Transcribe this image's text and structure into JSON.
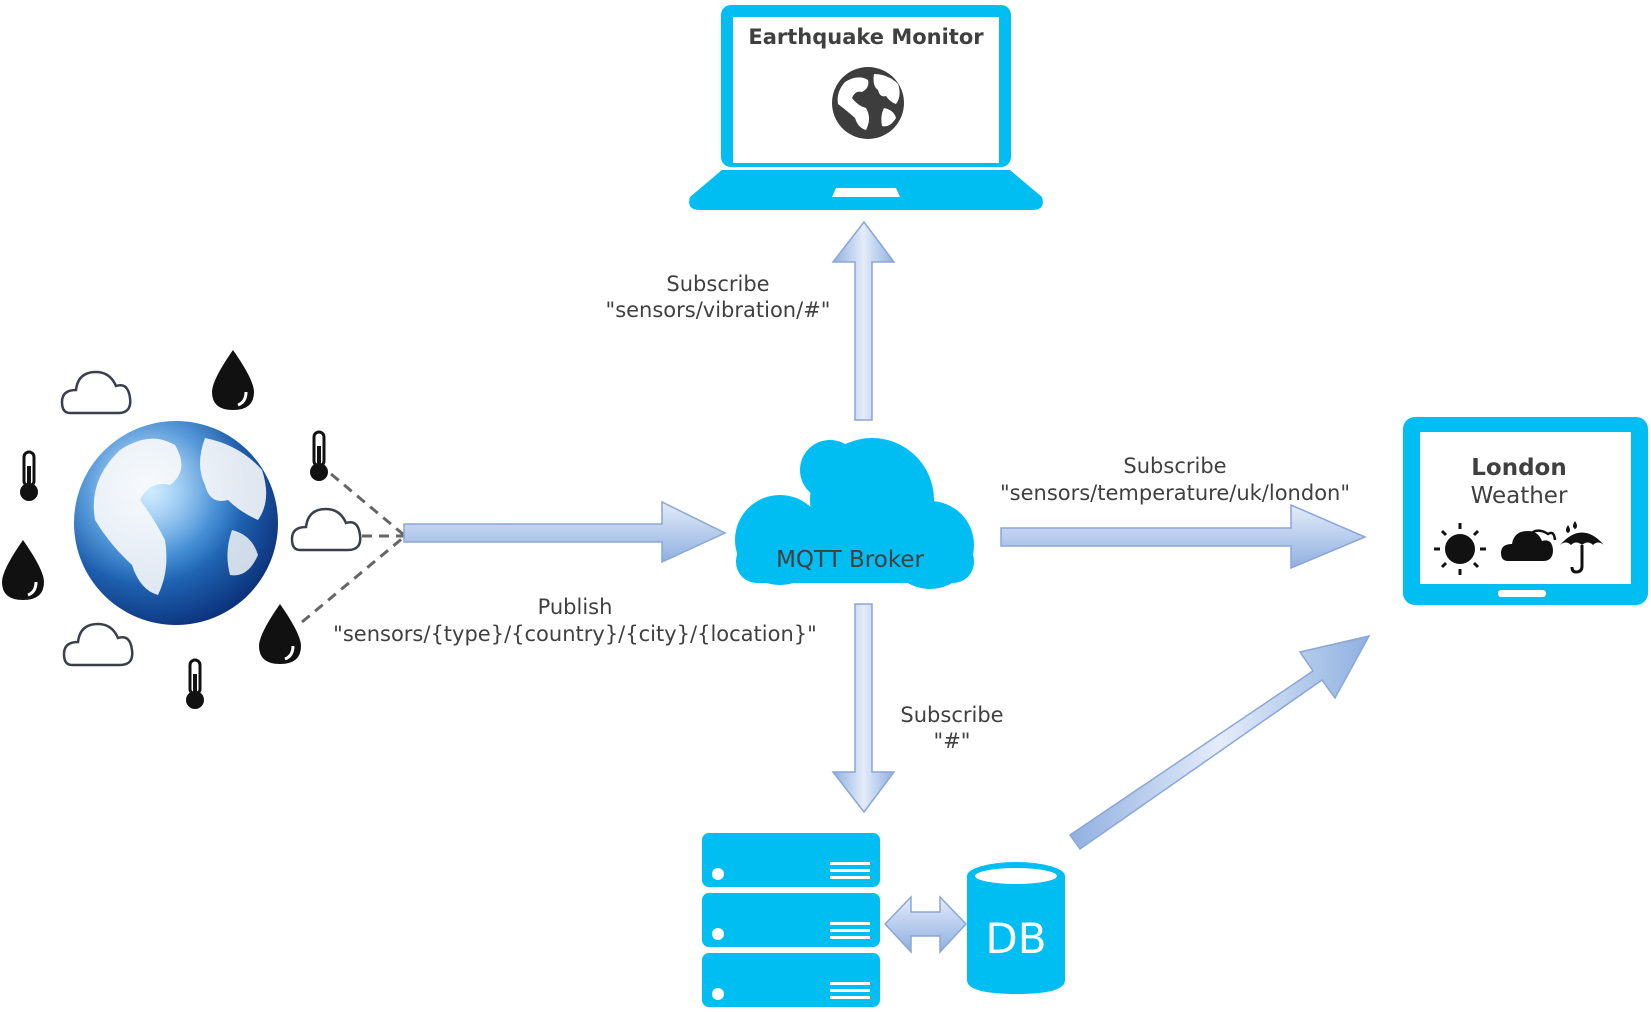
{
  "colors": {
    "device": "#00bdf2",
    "arrow_fill_light": "#dbe6f8",
    "arrow_fill_dark": "#8fb0e0",
    "arrow_stroke": "#8aa6d6",
    "text": "#404040",
    "icon_dark": "#111111"
  },
  "laptop": {
    "title": "Earthquake Monitor",
    "icon": "globe-icon"
  },
  "broker": {
    "label": "MQTT Broker"
  },
  "tablet": {
    "title": "London",
    "subtitle": "Weather",
    "icons": [
      "sun-icon",
      "cloud-icon",
      "umbrella-rain-icon"
    ]
  },
  "database": {
    "label": "DB"
  },
  "edges": {
    "subscribe_vibration": {
      "line1": "Subscribe",
      "line2": "\"sensors/vibration/#\""
    },
    "subscribe_temperature": {
      "line1": "Subscribe",
      "line2": "\"sensors/temperature/uk/london\""
    },
    "subscribe_all": {
      "line1": "Subscribe",
      "line2": "\"#\""
    },
    "publish": {
      "line1": "Publish",
      "line2": "\"sensors/{type}/{country}/{city}/{location}\""
    }
  },
  "sensor_icons": [
    "earth-globe-icon",
    "cloud-outline-icon",
    "raindrop-icon",
    "thermometer-icon"
  ]
}
